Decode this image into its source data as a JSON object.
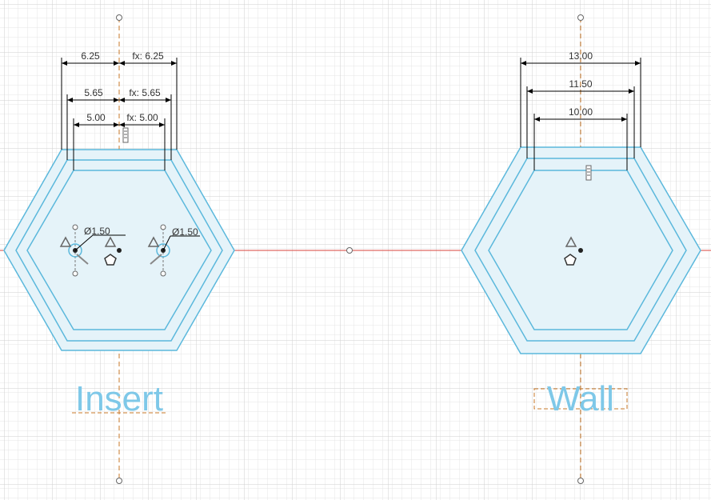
{
  "sketch_texts": {
    "insert": "Insert",
    "wall": "Wall"
  },
  "insert_dimensions": {
    "left": [
      "6.25",
      "5.65",
      "5.00"
    ],
    "right": [
      "fx: 6.25",
      "fx: 5.65",
      "fx: 5.00"
    ],
    "hole_left": "Ø1.50",
    "hole_right": "Ø1.50"
  },
  "wall_dimensions": [
    "13.00",
    "11.50",
    "10.00"
  ],
  "colors": {
    "grid_minor": "#e6e6e6",
    "grid_major": "#cfcfcf",
    "hex_stroke": "#5bb8dc",
    "hex_fill": "#e5f3f9",
    "text_fill": "#7ec8e8",
    "axis_horizontal": "#d9463e",
    "axis_vertical": "#c8782a",
    "dimension": "#000000"
  },
  "icons": [
    "triangle-constraint-icon",
    "pentagon-fix-icon",
    "lock-icon"
  ]
}
